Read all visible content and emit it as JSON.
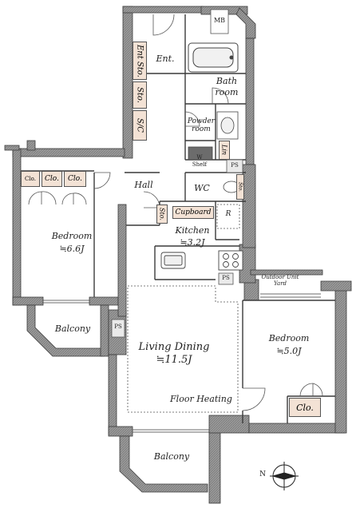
{
  "rooms": {
    "entrance": "Ent.",
    "bath": "Bath",
    "bath2": "room",
    "powder": "Powder",
    "powder2": "room",
    "lin": "Lin",
    "w_shelf": "W",
    "w_shelf2": "Shelf",
    "ps": "PS",
    "wc": "WC",
    "hall": "Hall",
    "cupboard": "Cupboard",
    "r": "R",
    "kitchen": "Kitchen",
    "kitchen_size": "≒3.2J",
    "sto": "Sto.",
    "ent_sto": "Ent Sto.",
    "sic": "S/C",
    "mb": "MB",
    "clo": "Clo.",
    "bedroom_west": "Bedroom",
    "bedroom_west_size": "≒6.6J",
    "balcony": "Balcony",
    "living": "Living Dining",
    "living_size": "≒11.5J",
    "floor_heating": "Floor Heating",
    "bedroom_east": "Bedroom",
    "bedroom_east_size": "≒5.0J",
    "outdoor_unit": "Outdoor Unit",
    "outdoor_unit2": "Yard",
    "compass_n": "N"
  },
  "colors": {
    "wall": "#8c8c8c",
    "wall_edge": "#3a3a3a",
    "storage": "#f3e2d5",
    "ps_fill": "#eaeaea"
  }
}
